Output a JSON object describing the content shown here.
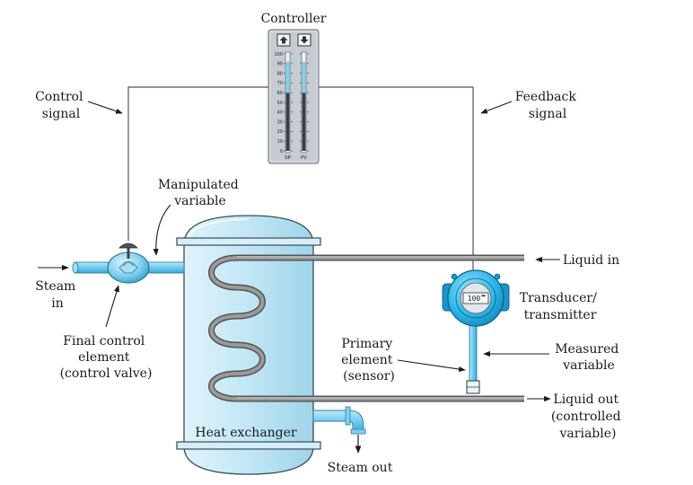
{
  "labels": {
    "controller": "Controller",
    "control_signal": [
      "Control",
      "signal"
    ],
    "feedback_signal": [
      "Feedback",
      "signal"
    ],
    "manipulated_variable": [
      "Manipulated",
      "variable"
    ],
    "steam_in": [
      "Steam",
      "in"
    ],
    "final_control_element": [
      "Final control",
      "element",
      "(control valve)"
    ],
    "heat_exchanger": "Heat exchanger",
    "steam_out": "Steam out",
    "liquid_in": "Liquid in",
    "liquid_out": [
      "Liquid out",
      "(controlled",
      "variable)"
    ],
    "transducer": [
      "Transducer/",
      "transmitter"
    ],
    "primary_element": [
      "Primary",
      "element",
      "(sensor)"
    ],
    "measured_variable": [
      "Measured",
      "variable"
    ]
  },
  "controller_panel": {
    "scale": [
      "100",
      "90",
      "80",
      "70",
      "60",
      "50",
      "40",
      "30",
      "20",
      "10",
      "0"
    ],
    "bar_labels": [
      "SP",
      "PV"
    ],
    "setpoint_percent": 60,
    "process_value_percent": 60
  },
  "transmitter_display": "100",
  "icons": [
    "up-arrow-icon",
    "down-arrow-icon"
  ],
  "colors": {
    "vessel": "#bfe4f4",
    "pipe": "#7fd0f0",
    "coil": "#7a7a7a",
    "transmitter": "#29b6e8",
    "panel": "#c6ccd2"
  }
}
